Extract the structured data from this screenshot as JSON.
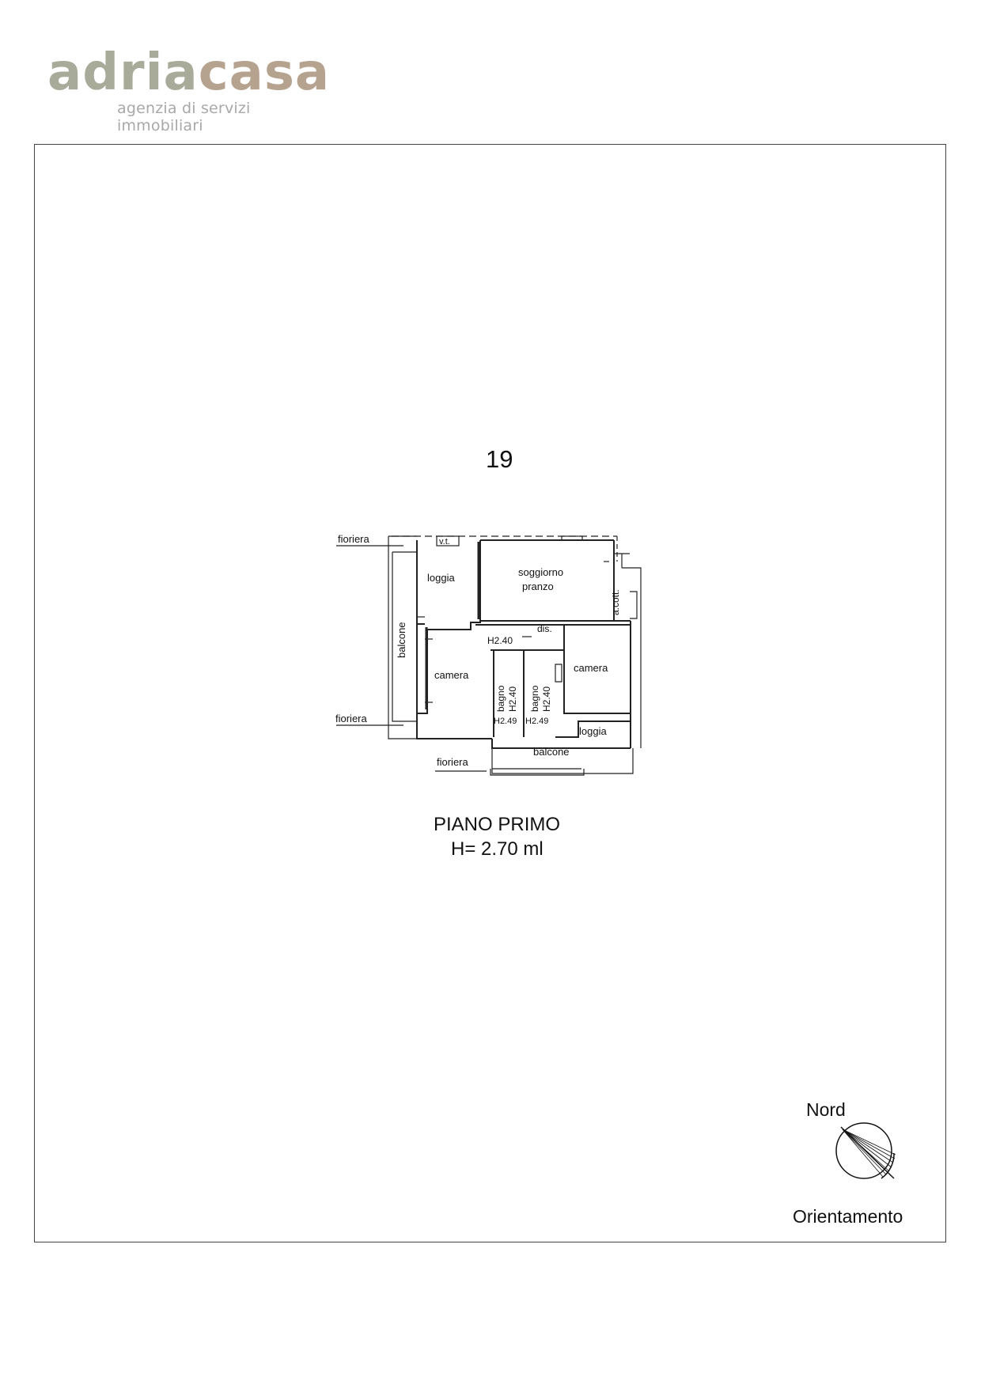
{
  "logo": {
    "part_a": "adria",
    "part_b": "casa",
    "tagline": "agenzia di servizi immobiliari",
    "colors": {
      "adria": "#a8ab9a",
      "casa": "#b6a38f",
      "tagline": "#a8a8a8"
    }
  },
  "plan": {
    "unit_number": "19",
    "floor_title": "PIANO PRIMO",
    "floor_height": "H= 2.70 ml",
    "labels": {
      "fioriera_top": "fioriera",
      "fioriera_mid": "fioriera",
      "fioriera_bottom": "fioriera",
      "vt": "v.t.",
      "loggia_top": "loggia",
      "soggiorno": "soggiorno",
      "pranzo": "pranzo",
      "acott": "a.cott.",
      "balcone_left": "balcone",
      "h240_hall": "H2.40",
      "dis": "dis.",
      "camera_left": "camera",
      "camera_right": "camera",
      "bagno_1": "bagno",
      "bagno_1_h": "H2.40",
      "bagno_1_h2": "H2.49",
      "bagno_2": "bagno",
      "bagno_2_h": "H2.40",
      "bagno_2_h2": "H2.49",
      "loggia_bottom": "loggia",
      "balcone_bottom": "balcone"
    }
  },
  "compass": {
    "north_label": "Nord",
    "orientation_label": "Orientamento",
    "icon": "north-arrow-icon"
  },
  "colors": {
    "line": "#222222",
    "frame": "#444444"
  }
}
